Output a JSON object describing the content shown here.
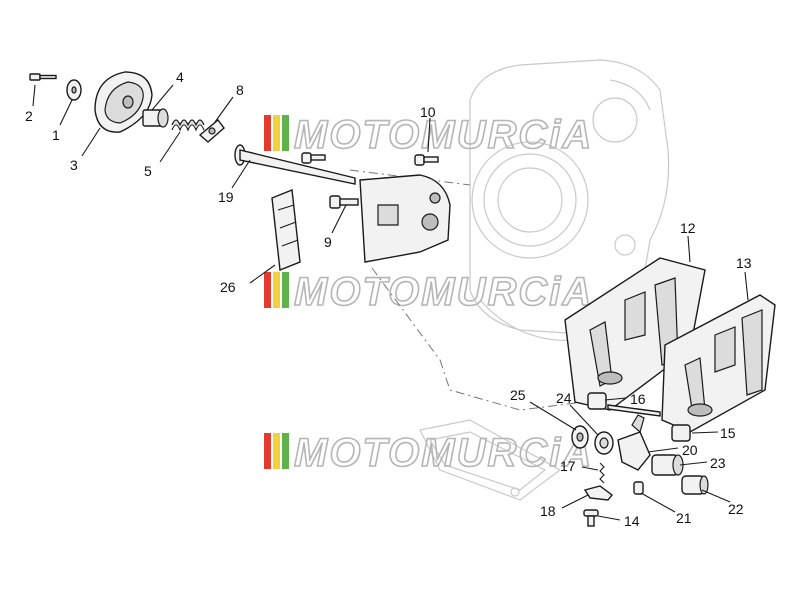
{
  "diagram": {
    "watermark_text": "MOTOMURCiA",
    "callouts": [
      {
        "id": "2",
        "label": "2"
      },
      {
        "id": "1",
        "label": "1"
      },
      {
        "id": "3",
        "label": "3"
      },
      {
        "id": "4",
        "label": "4"
      },
      {
        "id": "5",
        "label": "5"
      },
      {
        "id": "8",
        "label": "8"
      },
      {
        "id": "10",
        "label": "10"
      },
      {
        "id": "19",
        "label": "19"
      },
      {
        "id": "9",
        "label": "9"
      },
      {
        "id": "26",
        "label": "26"
      },
      {
        "id": "12",
        "label": "12"
      },
      {
        "id": "13",
        "label": "13"
      },
      {
        "id": "25",
        "label": "25"
      },
      {
        "id": "24",
        "label": "24"
      },
      {
        "id": "16",
        "label": "16"
      },
      {
        "id": "15",
        "label": "15"
      },
      {
        "id": "20",
        "label": "20"
      },
      {
        "id": "23",
        "label": "23"
      },
      {
        "id": "17",
        "label": "17"
      },
      {
        "id": "21",
        "label": "21"
      },
      {
        "id": "22",
        "label": "22"
      },
      {
        "id": "18",
        "label": "18"
      },
      {
        "id": "14",
        "label": "14"
      }
    ],
    "colors": {
      "watermark_red": "#e23b2e",
      "watermark_yellow": "#f2d13a",
      "watermark_green": "#5fb34a",
      "line": "#1a1a1a",
      "ghost": "#c9c9c9"
    }
  }
}
